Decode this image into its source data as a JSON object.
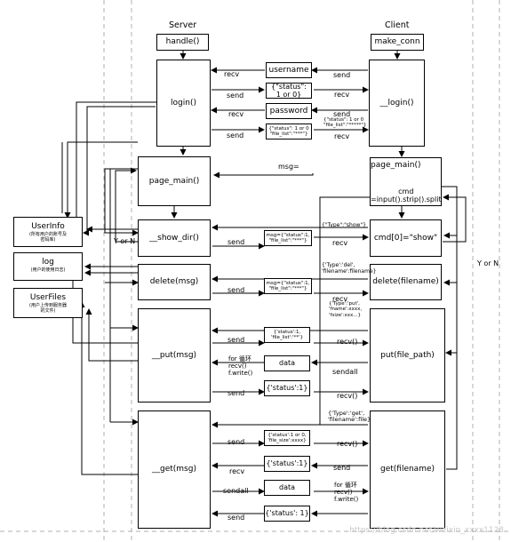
{
  "headers": {
    "server": "Server",
    "client": "Client"
  },
  "nodes": {
    "handle": "handle()",
    "make_conn": "make_conn",
    "login": "login()",
    "client_login": "__login()",
    "page_main": "page_main()",
    "client_page_main": "page_main()",
    "client_cmd": "cmd\n=input().strip().split",
    "show_dir": "__show_dir()",
    "cmd_show": "cmd[0]=\"show\"",
    "delete_msg": "delete(msg)",
    "delete_filename": "delete(filename)",
    "put_msg": "__put(msg)",
    "put_file_path": "put(file_path)",
    "get_msg": "__get(msg)",
    "get_filename": "get(filename)"
  },
  "messages": {
    "username": "username",
    "status_login": "{\"status\":\n1 or 0}",
    "password": "password",
    "status_file_list": "{\"status\": 1 or 0\n\"file_list\":\"***\"}",
    "msg_show": "msg={\"status\":1,\n\"file_list\":\"***\"}",
    "msg_delete": "msg={\"status\":1,\n\"file_list\":\"***\"}",
    "put_status_list": "{'status':1,\n'file_list':'**'}",
    "data_put": "data",
    "status_put": "{'status':1}",
    "get_status_size": "{'status':1 or 0,\n'file_size':xxxx}",
    "status_get_1": "{'status':1}",
    "data_get": "data",
    "status_get_2": "{'status': 1}"
  },
  "labels": {
    "recv": "recv",
    "send": "send",
    "sendall": "sendall",
    "msg_eq": "msg=",
    "y_or_n": "Y or N",
    "client_status_file_list": "{\"status\": 1 or 0\n\"file_list\":\"*****\"}",
    "type_show": "{\"Type\":\"show\"}",
    "type_del": "{'Type':'del',\n'filename':filename}",
    "type_put": "{'Type':'put',\n'fname':xxxx,\n'fsize':xxx...}",
    "for_loop_put": "for 循环\nrecv()\nf.write()",
    "recv_call": "recv()",
    "type_get": "{'Type':'get',\n'filename':file}",
    "for_loop_get": "for 循环\nrecv()\nf.write()"
  },
  "side_boxes": {
    "userinfo": {
      "title": "UserInfo",
      "subtitle": "(所有用户的账号及\n密码库)"
    },
    "log": {
      "title": "log",
      "subtitle": "(用户的使用日志)"
    },
    "userfiles": {
      "title": "UserFiles",
      "subtitle": "(用户上传到服务器\n的文件)"
    }
  },
  "watermark": "https://blog.csdn.net/weixin_xxxx1123"
}
